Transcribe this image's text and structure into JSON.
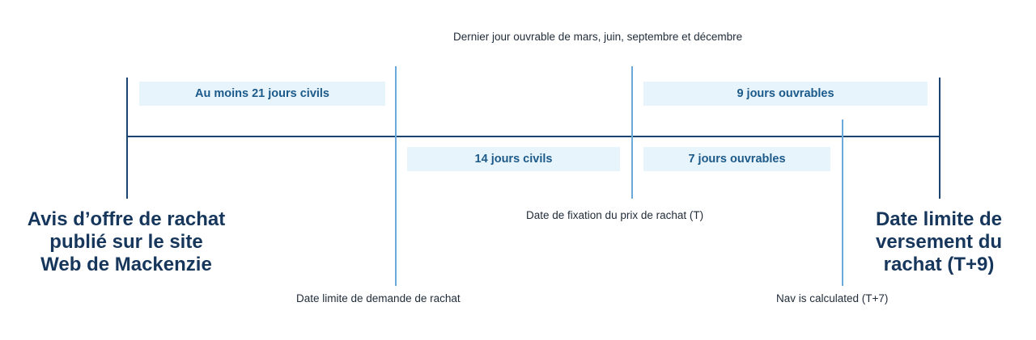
{
  "top_note": "Dernier jour ouvrable de mars, juin, septembre et décembre",
  "periods": {
    "at_least_21_days": "Au moins 21 jours civils",
    "nine_business_days": "9 jours ouvrables",
    "fourteen_days": "14 jours civils",
    "seven_business_days": "7 jours ouvrables"
  },
  "milestones": {
    "start_line1": "Avis d’offre de rachat",
    "start_line2": "publié sur le site",
    "start_line3": "Web de Mackenzie",
    "pricing_date": "Date de fixation du prix de rachat (T)",
    "request_deadline": "Date limite de demande de rachat",
    "nav_calculated": "Nav is calculated (T+7)",
    "end_line1": "Date limite de",
    "end_line2": "versement du",
    "end_line3": "rachat (T+9)"
  },
  "colors": {
    "main_line": "#1b4470",
    "marker_line": "#6aa9dc",
    "box_fill": "#e8f4fc",
    "box_text": "#1b5a8a",
    "heading_text": "#16365c"
  }
}
